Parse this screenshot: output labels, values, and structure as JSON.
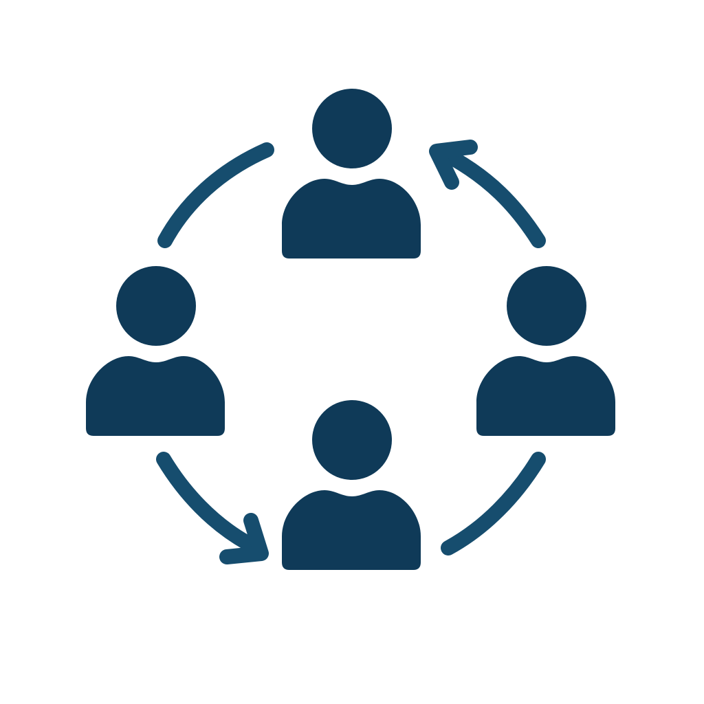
{
  "colors": {
    "person": "#0f3a58",
    "arrow": "#164d6e",
    "background": "#ffffff"
  },
  "people": [
    {
      "position": "top"
    },
    {
      "position": "left"
    },
    {
      "position": "right"
    },
    {
      "position": "bottom"
    }
  ],
  "arrows": [
    {
      "from": "top",
      "to": "left",
      "arrowhead": false
    },
    {
      "from": "right",
      "to": "top",
      "arrowhead": true
    },
    {
      "from": "left",
      "to": "bottom",
      "arrowhead": true
    },
    {
      "from": "bottom",
      "to": "right",
      "arrowhead": false
    }
  ]
}
